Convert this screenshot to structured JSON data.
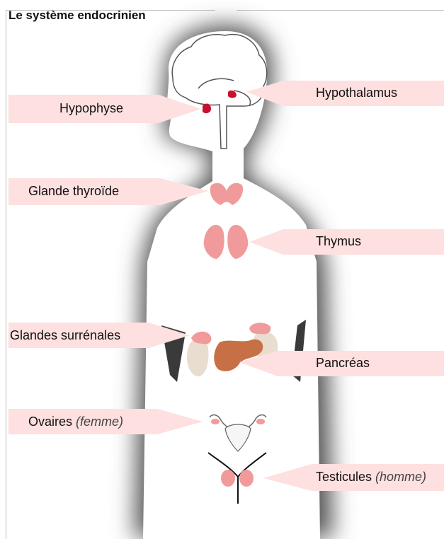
{
  "title": "Le système endocrinien",
  "colors": {
    "label_band": "#fde0df",
    "gland_pink": "#f19a9c",
    "gland_red": "#c8102e",
    "pancreas": "#c87045",
    "adrenal_base": "#e9ddd0",
    "silhouette": "#ffffff",
    "shadow": "#3a3a3a"
  },
  "labels": {
    "hypophyse": "Hypophyse",
    "hypothalamus": "Hypothalamus",
    "thyroide": "Glande thyroïde",
    "thymus": "Thymus",
    "surrenales": "Glandes surrénales",
    "pancreas": "Pancréas",
    "ovaires": "Ovaires",
    "ovaires_note": "(femme)",
    "testicules": "Testicules",
    "testicules_note": "(homme)"
  }
}
